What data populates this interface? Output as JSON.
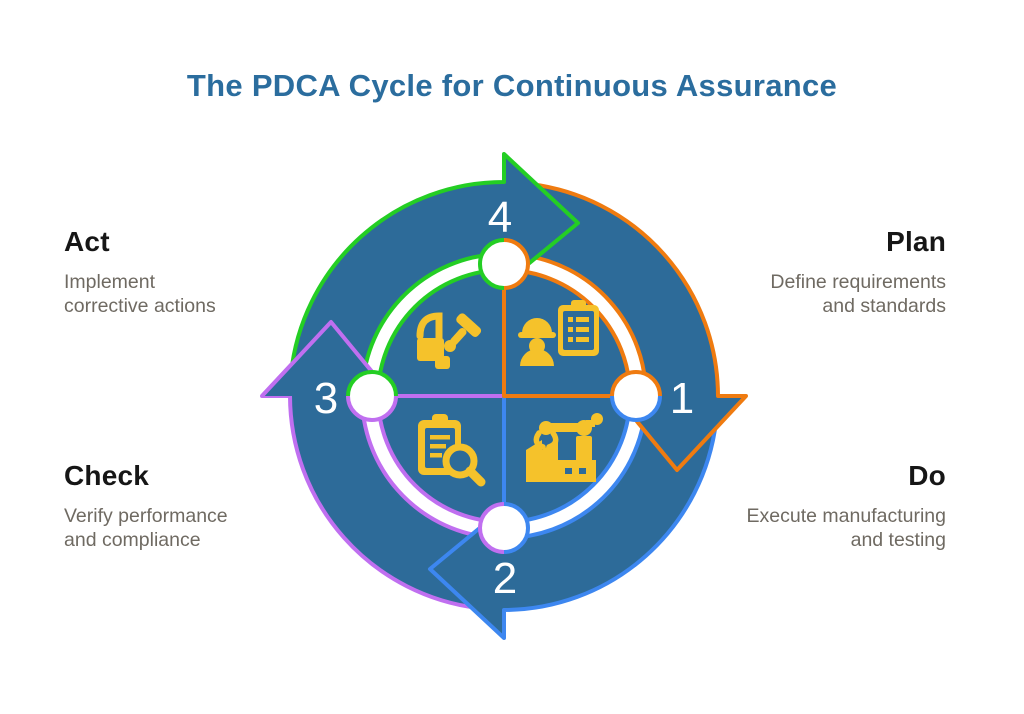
{
  "title": "The PDCA Cycle for Continuous Assurance",
  "stages": [
    {
      "key": "plan",
      "number": "1",
      "label": "Plan",
      "desc_line1": "Define requirements",
      "desc_line2": "and standards",
      "color": "#ef7b10",
      "icon": "engineer-checklist-icon"
    },
    {
      "key": "do",
      "number": "2",
      "label": "Do",
      "desc_line1": "Execute manufacturing",
      "desc_line2": "and testing",
      "color": "#3d87f0",
      "icon": "factory-robot-arm-icon"
    },
    {
      "key": "check",
      "number": "3",
      "label": "Check",
      "desc_line1": "Verify performance",
      "desc_line2": "and compliance",
      "color": "#c06ff0",
      "icon": "clipboard-magnifier-icon"
    },
    {
      "key": "act",
      "number": "4",
      "label": "Act",
      "desc_line1": "Implement",
      "desc_line2": "corrective actions",
      "color": "#24ce24",
      "icon": "repair-tools-icon"
    }
  ],
  "colors": {
    "ring_fill": "#2d6b99",
    "icon_yellow": "#f5c22b",
    "title_blue": "#2b6d9e",
    "heading_text": "#161616",
    "body_text": "#6f6a62",
    "background": "#ffffff"
  }
}
